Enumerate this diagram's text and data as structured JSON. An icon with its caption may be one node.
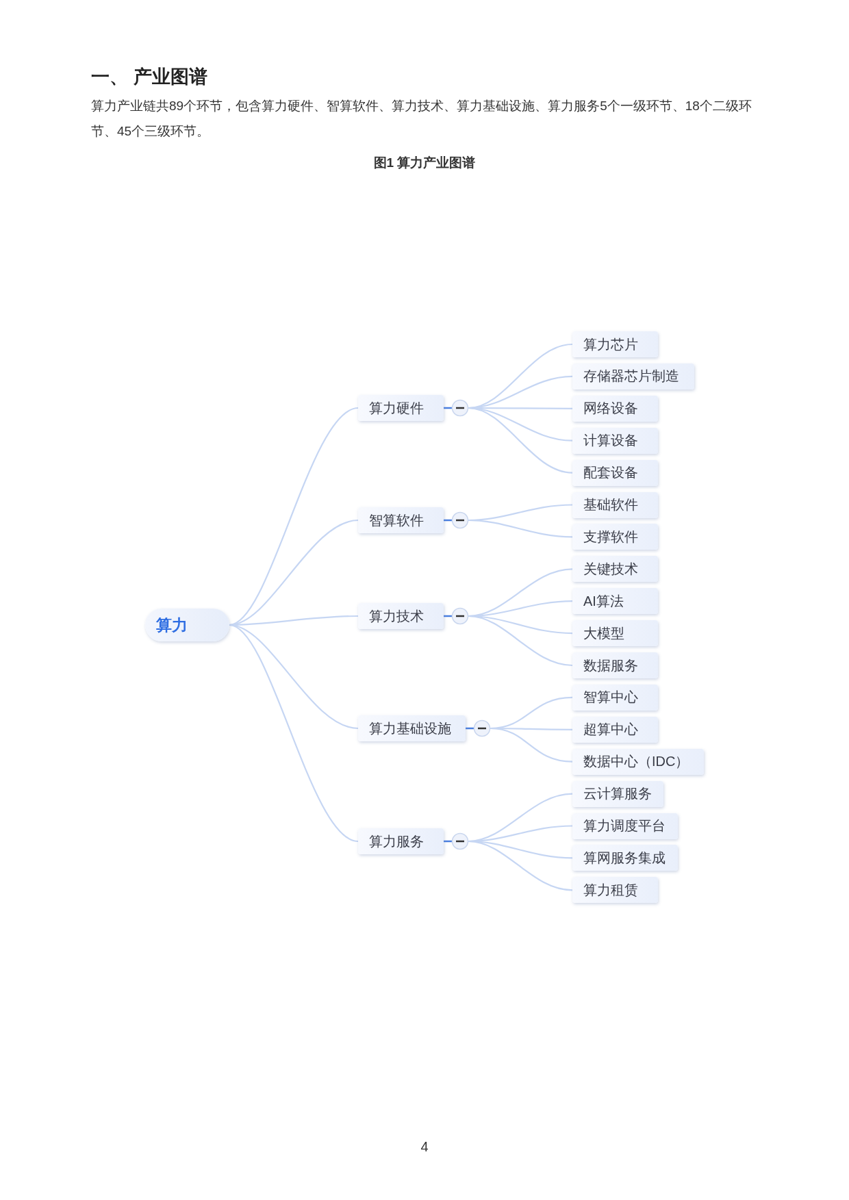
{
  "diagram": {
    "title": "图1 算力产业图谱",
    "nodes": [
      {
        "text": [
          "算力"
        ]
      },
      {
        "text": [
          "算力硬件"
        ]
      },
      {
        "text": [
          "算力芯片"
        ]
      },
      {
        "text": [
          "存储器芯片制造"
        ]
      },
      {
        "text": [
          "网络设备"
        ]
      },
      {
        "text": [
          "计算设备"
        ]
      },
      {
        "text": [
          "配套设备"
        ]
      },
      {
        "text": [
          "智算软件"
        ]
      },
      {
        "text": [
          "基础软件"
        ]
      },
      {
        "text": [
          "支撑软件"
        ]
      },
      {
        "text": [
          "算力技术"
        ]
      },
      {
        "text": [
          "关键技术"
        ]
      },
      {
        "text": [
          "AI算法"
        ]
      },
      {
        "text": [
          "大模型"
        ]
      },
      {
        "text": [
          "数据服务"
        ]
      },
      {
        "text": [
          "算力基础设施"
        ]
      },
      {
        "text": [
          "智算中心"
        ]
      },
      {
        "text": [
          "超算中心"
        ]
      },
      {
        "text": [
          "数据中心（IDC）"
        ]
      },
      {
        "text": [
          "算力服务"
        ]
      },
      {
        "text": [
          "云计算服务"
        ]
      },
      {
        "text": [
          "算力调度平台"
        ]
      },
      {
        "text": [
          "算网服务集成"
        ]
      },
      {
        "text": [
          "算力租赁"
        ]
      }
    ],
    "edges": [
      {
        "from": 0,
        "to": 1,
        "arrow": "none"
      },
      {
        "from": 0,
        "to": 7,
        "arrow": "none"
      },
      {
        "from": 0,
        "to": 10,
        "arrow": "none"
      },
      {
        "from": 0,
        "to": 15,
        "arrow": "none"
      },
      {
        "from": 0,
        "to": 19,
        "arrow": "none"
      },
      {
        "from": 1,
        "to": 2,
        "arrow": "none"
      },
      {
        "from": 1,
        "to": 3,
        "arrow": "none"
      },
      {
        "from": 1,
        "to": 4,
        "arrow": "none"
      },
      {
        "from": 1,
        "to": 5,
        "arrow": "none"
      },
      {
        "from": 1,
        "to": 6,
        "arrow": "none"
      },
      {
        "from": 7,
        "to": 8,
        "arrow": "none"
      },
      {
        "from": 7,
        "to": 9,
        "arrow": "none"
      },
      {
        "from": 10,
        "to": 11,
        "arrow": "none"
      },
      {
        "from": 10,
        "to": 12,
        "arrow": "none"
      },
      {
        "from": 10,
        "to": 13,
        "arrow": "none"
      },
      {
        "from": 10,
        "to": 14,
        "arrow": "none"
      },
      {
        "from": 15,
        "to": 16,
        "arrow": "none"
      },
      {
        "from": 15,
        "to": 17,
        "arrow": "none"
      },
      {
        "from": 15,
        "to": 18,
        "arrow": "none"
      },
      {
        "from": 19,
        "to": 20,
        "arrow": "none"
      },
      {
        "from": 19,
        "to": 21,
        "arrow": "none"
      },
      {
        "from": 19,
        "to": 22,
        "arrow": "none"
      },
      {
        "from": 19,
        "to": 23,
        "arrow": "none"
      }
    ],
    "labels": [
      "一、 产业图谱",
      "算力产业链共89个环节，包含算力硬件、智算软件、算力技术、算力基础设施、算力服务5个一级环节、18个二级环节、45个三级环节。",
      "4"
    ]
  }
}
